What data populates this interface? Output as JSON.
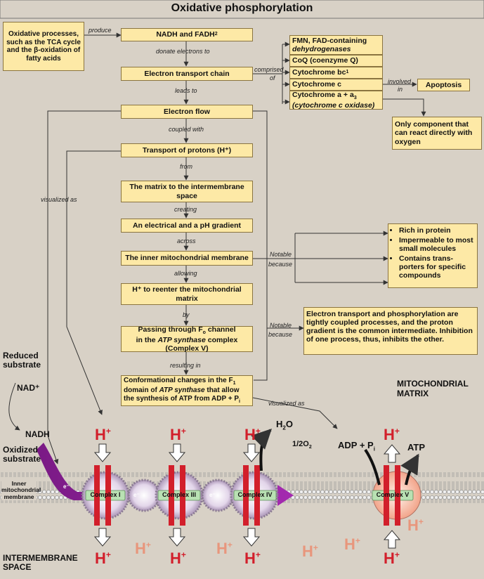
{
  "title": "Oxidative phosphorylation",
  "boxes": {
    "oxidative": "Oxidative processes, such as the TCA cycle and the β-oxidation of fatty acids",
    "nadh_fadh2": "NADH and FADH",
    "etc": "Electron transport chain",
    "electron_flow": "Electron flow",
    "transport_protons": "Transport of protons (H⁺)",
    "matrix_to_ims": "The matrix to the intermembrane space",
    "gradient": "An electrical  and a pH gradient",
    "inner_membrane": "The inner mitochondrial membrane",
    "h_reenter": "H⁺ to reenter the mitochondrial matrix",
    "passing_1": "Passing through F",
    "passing_2": " channel",
    "passing_3": "in the ",
    "passing_4": "ATP synthase",
    "passing_5": " complex",
    "passing_6": "(Complex V)",
    "conf_1": "Conformational changes in the F",
    "conf_2": "domain of ",
    "conf_3": "ATP synthase",
    "conf_4": " that allow",
    "conf_5": "the synthesis of ATP from ADP + P",
    "fmn_1": "FMN, FAD-containing",
    "fmn_2": "dehydrogenases",
    "coq": "CoQ (coenzyme Q)",
    "cyt_bc1": "Cytochrome bc",
    "cyt_c": "Cytochrome c",
    "cyt_aa3_1": "Cytochrome a + a",
    "cyt_aa3_2": "(cytochrome c oxidase)",
    "apoptosis": "Apoptosis",
    "only_component": "Only component that can react directly with oxygen",
    "rich_protein": "Rich in protein",
    "impermeable": "Impermeable to most small molecules",
    "contains": "Contains trans-porters for specific compounds",
    "coupled": "Electron transport and phosphorylation are tightly coupled processes, and the proton gradient is the common intermediate. Inhibition of one process, thus, inhibits the other."
  },
  "labels": {
    "produce": "produce",
    "donate": "donate electrons to",
    "leads_to": "leads to",
    "coupled_with": "coupled with",
    "from": "from",
    "creating": "creating",
    "across": "across",
    "allowing": "allowing",
    "by": "by",
    "resulting_in": "resulting in",
    "comprised": "comprised",
    "of": "of",
    "involved": "involved",
    "in": "in",
    "visualized_as": "visualized as",
    "notable": "Notable",
    "because": "because"
  },
  "subscripts": {
    "two": "2",
    "one": "1",
    "o": "o",
    "three": "3",
    "i": "i"
  },
  "membrane": {
    "reduced_substrate": "Reduced substrate",
    "nad_plus": "NAD⁺",
    "nadh": "NADH",
    "oxidized_substrate": "Oxidized substrate",
    "inner_membrane": "Inner mitochondrial membrane",
    "intermembrane_space": "INTERMEMBRANE SPACE",
    "matrix": "MITOCHONDRIAL MATRIX",
    "complex_1": "Complex I",
    "complex_3": "Complex III",
    "complex_4": "Complex IV",
    "complex_5": "Complex V",
    "h2o": "H",
    "h2o_o": "O",
    "half_o2_a": "1/2O",
    "adp_pi": "ADP + P",
    "atp": "ATP",
    "h": "H",
    "plus": "+",
    "e_minus": "e⁻"
  },
  "colors": {
    "box_fill": "#fde9a6",
    "background": "#d8d1c6",
    "proton_red": "#d21f2b",
    "proton_pale": "#e8967c",
    "electron_purple": "#8b1a8f",
    "complex_green": "#b9e1b3"
  }
}
